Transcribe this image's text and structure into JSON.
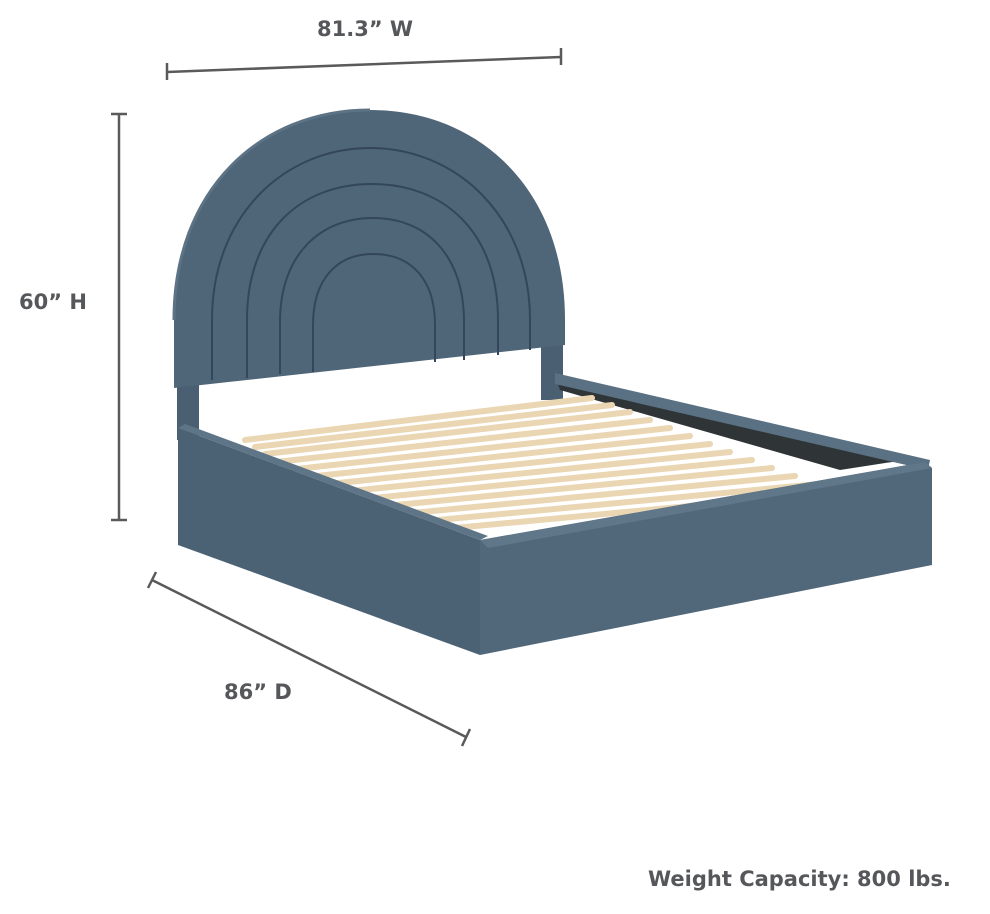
{
  "product": {
    "type": "arched upholstered platform bed",
    "color_hex": "#4e6476"
  },
  "dimensions": {
    "width_label": "81.3” W",
    "height_label": "60” H",
    "depth_label": "86” D"
  },
  "specs": {
    "weight_capacity_label": "Weight Capacity: 800 lbs."
  },
  "colors": {
    "text": "#56575a",
    "dimension_line": "#5a5a5a",
    "upholstery": "#4e6476",
    "upholstery_dark": "#3f5263",
    "upholstery_light": "#5e7487",
    "slats": "#ecd9b8",
    "background": "#ffffff"
  }
}
